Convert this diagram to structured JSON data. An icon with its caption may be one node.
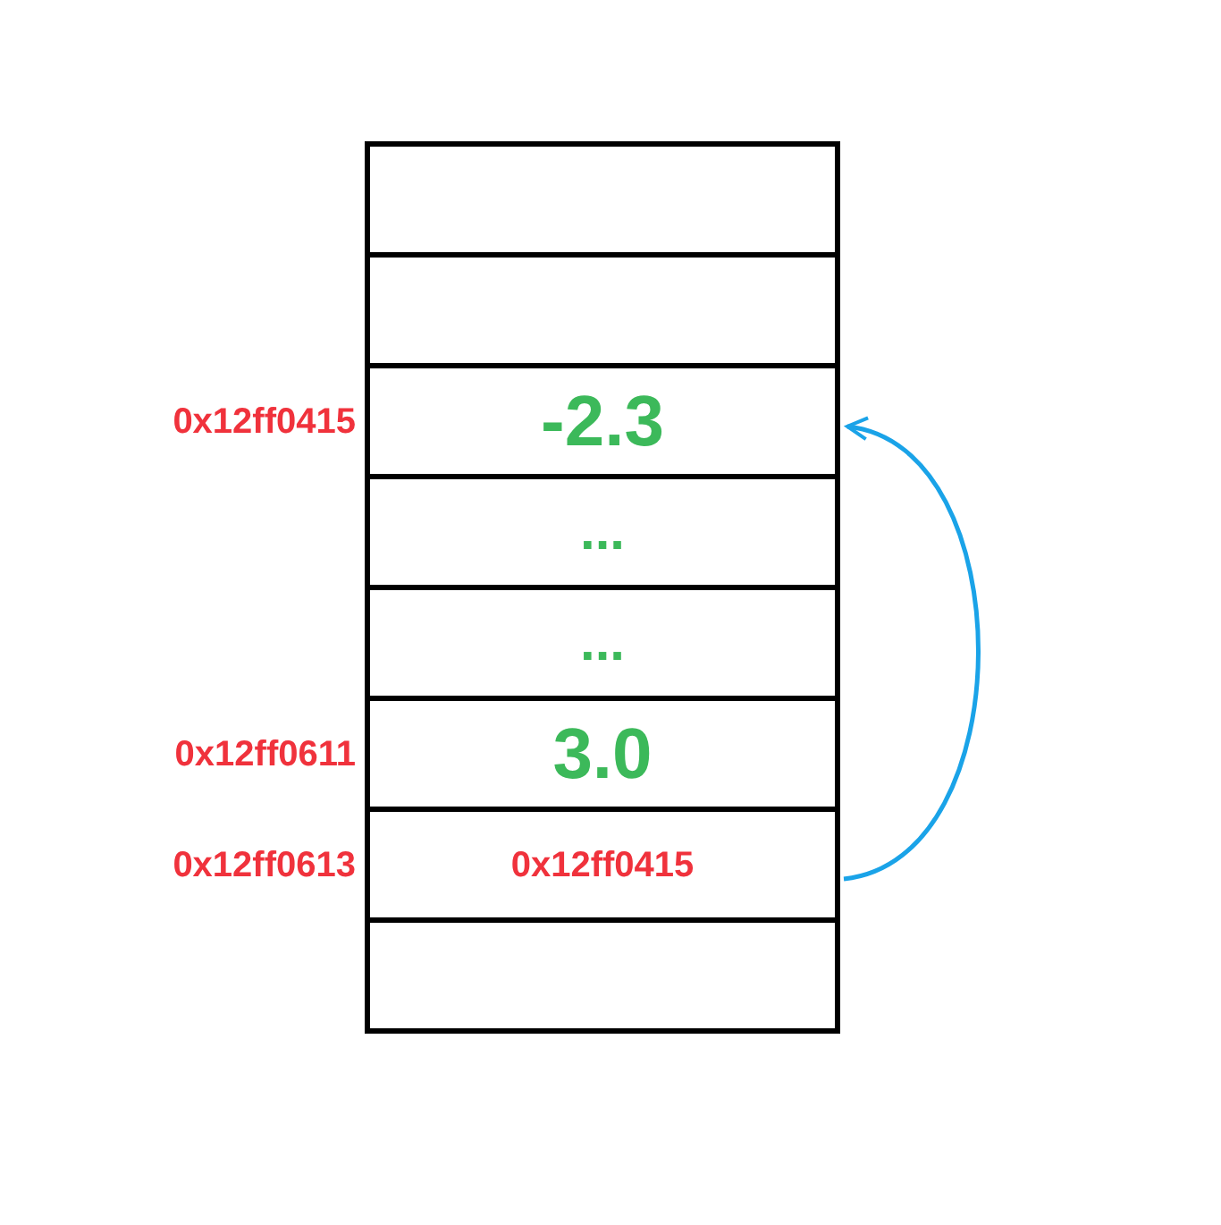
{
  "diagram": {
    "nodes": [
      {
        "text": [],
        "shape": "box"
      },
      {
        "text": [],
        "shape": "box"
      },
      {
        "text": [
          "-2.3"
        ],
        "beside": [
          "0x12ff0415"
        ]
      },
      {
        "text": [
          "..."
        ]
      },
      {
        "text": [
          "..."
        ]
      },
      {
        "text": [
          "3.0"
        ],
        "beside": [
          "0x12ff0611"
        ]
      },
      {
        "text": [
          "0x12ff0415"
        ],
        "beside": [
          "0x12ff0613"
        ]
      },
      {
        "text": [],
        "shape": "box"
      }
    ],
    "edges": [
      {
        "from": 6,
        "to": 2,
        "arrow": "to",
        "color": "#1aa3e8"
      }
    ]
  }
}
